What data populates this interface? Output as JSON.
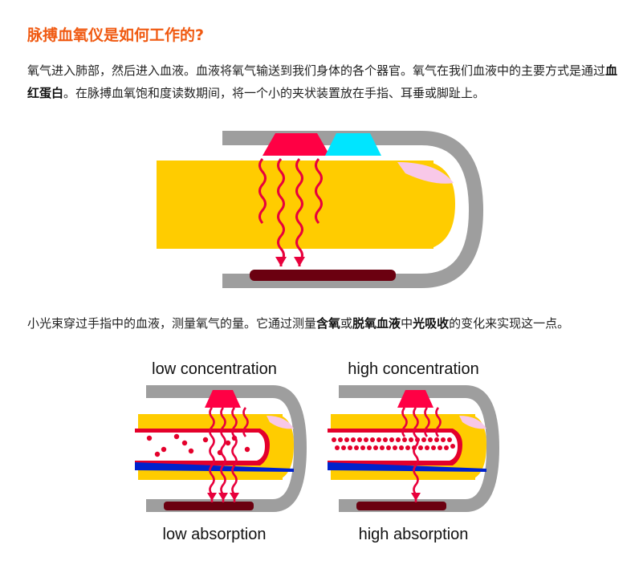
{
  "article": {
    "title": "脉搏血氧仪是如何工作的?",
    "p1": {
      "t1": "氧气进入肺部，然后进入血液。血液将氧气输送到我们身体的各个器官。氧气在我们血液中的主要方式是通过",
      "b1": "血红蛋白",
      "t2": "。在脉搏血氧饱和度读数期间，将一个小的夹状装置放在手指、耳垂或脚趾上。"
    },
    "p2": {
      "t1": "小光束穿过手指中的血液，测量氧气的量。它通过测量",
      "b1": "含氧",
      "t2": "或",
      "b2": "脱氧血液",
      "t3": "中",
      "b3": "光吸收",
      "t4": "的变化来实现这一点。"
    }
  },
  "diagram2": {
    "left": {
      "top_caption": "low concentration",
      "bottom_caption": "low absorption"
    },
    "right": {
      "top_caption": "high concentration",
      "bottom_caption": "high absorption"
    }
  },
  "colors": {
    "title": "#f05a12",
    "clip": "#9e9e9e",
    "finger": "#ffcc00",
    "nail": "#f8c8e8",
    "emitter_red": "#ff0044",
    "emitter_cyan": "#00e5ff",
    "light_wave": "#e8003c",
    "detector": "#6b0010",
    "blood_cell": "#e4002b",
    "vein": "#0022cc"
  }
}
